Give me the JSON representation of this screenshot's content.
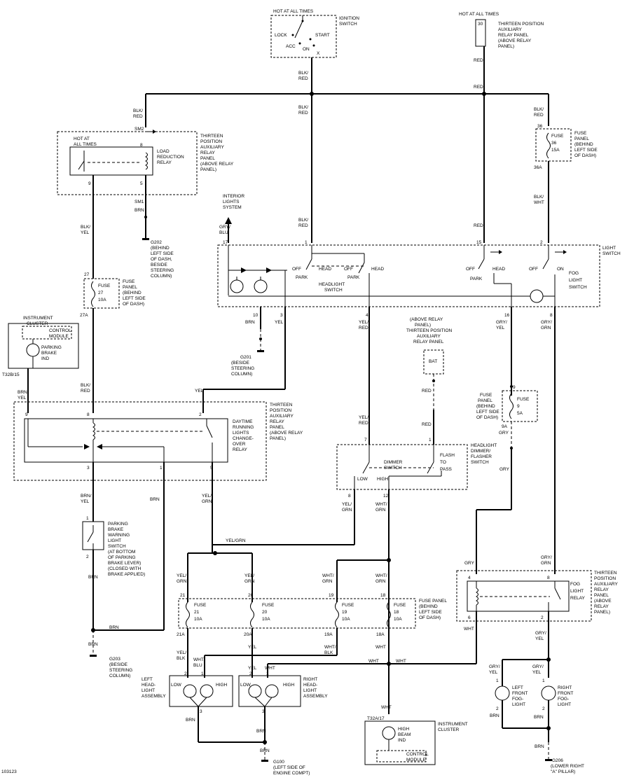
{
  "top": {
    "hot_ign": "HOT AT ALL TIMES",
    "ign_switch": [
      "IGNITION",
      "SWITCH"
    ],
    "ign_lock": "LOCK",
    "ign_start": "START",
    "ign_acc": "ACC",
    "ign_on": "ON",
    "ign_x": "X",
    "hot_right": "HOT AT ALL TIMES",
    "pos30": "30",
    "aux_top": [
      "THIRTEEN POSITION",
      "AUXILIARY",
      "RELAY PANEL",
      "(ABOVE RELAY",
      "PANEL)"
    ]
  },
  "wires": {
    "blk_red": [
      "BLK/",
      "RED"
    ],
    "red": "RED",
    "blk_wht": [
      "BLK/",
      "WHT"
    ],
    "blk_yel": [
      "BLK/",
      "YEL"
    ],
    "gry_blu": [
      "GRY/",
      "BLU"
    ],
    "brn": "BRN",
    "yel": "YEL",
    "yel_red": [
      "YEL/",
      "RED"
    ],
    "gry_yel": [
      "GRY/",
      "YEL"
    ],
    "gry_grn": [
      "GRY/",
      "GRN"
    ],
    "brn_yel": [
      "BRN/",
      "YEL"
    ],
    "yel_grn": [
      "YEL/",
      "GRN"
    ],
    "yel_grn_one": "YEL/GRN",
    "wht_grn": [
      "WHT/",
      "GRN"
    ],
    "gry": "GRY",
    "wht": "WHT",
    "yel_blk": [
      "YEL/",
      "BLK"
    ],
    "wht_blu": [
      "WHT/",
      "BLU"
    ],
    "wht_blk": [
      "WHT/",
      "BLK"
    ]
  },
  "load_relay": {
    "sm2": "SM2",
    "sm1": "SM1",
    "hot": [
      "HOT AT",
      "ALL TIMES"
    ],
    "label": [
      "LOAD",
      "REDUCTION",
      "RELAY"
    ],
    "panel": [
      "THIRTEEN",
      "POSITION",
      "AUXILIARY",
      "RELAY",
      "PANEL",
      "(ABOVE RELAY",
      "PANEL)"
    ],
    "p8": "8",
    "p9": "9",
    "p5": "5"
  },
  "fuse36": {
    "top": "36",
    "label": [
      "FUSE",
      "36",
      "15A"
    ],
    "bottom": "36A",
    "panel": [
      "FUSE",
      "PANEL",
      "(BEHIND",
      "LEFT SIDE",
      "OF DASH)"
    ]
  },
  "fuse27": {
    "top": "27",
    "label": [
      "FUSE",
      "27",
      "10A"
    ],
    "bottom": "27A",
    "panel": [
      "FUSE",
      "PANEL",
      "(BEHIND",
      "LEFT SIDE",
      "OF DASH)"
    ]
  },
  "fuse9": {
    "top": "9",
    "label": [
      "FUSE",
      "9",
      "5A"
    ],
    "bottom": "9A",
    "panel": [
      "FUSE",
      "PANEL",
      "(BEHIND",
      "LEFT SIDE",
      "OF DASH)"
    ]
  },
  "g202": {
    "name": "G202",
    "desc": [
      "(BEHIND",
      "LEFT SIDE",
      "OF DASH,",
      "BESIDE",
      "STEERING",
      "COLUMN)"
    ]
  },
  "g201": {
    "name": "G201",
    "desc": [
      "(BESIDE",
      "STEERING",
      "COLUMN)"
    ]
  },
  "g203": {
    "name": "G203",
    "desc": [
      "(BESIDE",
      "STEERING",
      "COLUMN)"
    ]
  },
  "g100": {
    "name": "G100",
    "desc": [
      "(LEFT SIDE OF",
      "ENGINE COMPT)"
    ]
  },
  "g206": {
    "name": "G206",
    "desc": [
      "(LOWER RIGHT",
      "\"A\" PILLAR)"
    ]
  },
  "interior": [
    "INTERIOR",
    "LIGHTS",
    "SYSTEM"
  ],
  "light_switch": {
    "label": [
      "LIGHT",
      "SWITCH"
    ],
    "p17": "17",
    "p1": "1",
    "p15": "15",
    "p2": "2",
    "p10": "10",
    "p3": "3",
    "p4": "4",
    "p16": "16",
    "p8": "8",
    "off": "OFF",
    "head": "HEAD",
    "park": "PARK",
    "on": "ON",
    "headlight_switch": [
      "HEADLIGHT",
      "SWITCH"
    ],
    "fog_switch": [
      "FOG",
      "LIGHT",
      "SWITCH"
    ]
  },
  "cluster_top": {
    "label": [
      "INSTRUMENT",
      "CLUSTER"
    ],
    "module": [
      "CONTROL",
      "MODULE"
    ],
    "ind": [
      "PARKING",
      "BRAKE",
      "IND"
    ],
    "pin": "T32B/15"
  },
  "bat": {
    "label": [
      "(ABOVE RELAY",
      "PANEL)",
      "THIRTEEN POSITION",
      "AUXILIARY",
      "RELAY PANEL"
    ],
    "name": "BAT"
  },
  "drl": {
    "label": [
      "DAYTIME",
      "RUNNING",
      "LIGHTS",
      "CHANGE-",
      "OVER",
      "RELAY"
    ],
    "panel": [
      "THIRTEEN",
      "POSITION",
      "AUXILIARY",
      "RELAY",
      "PANEL",
      "(ABOVE RELAY",
      "PANEL)"
    ],
    "p9": "9",
    "p8": "8",
    "p2": "2",
    "p3": "3",
    "p1": "1",
    "p5": "5"
  },
  "dimmer": {
    "label": [
      "HEADLIGHT",
      "DIMMER/",
      "FLASHER",
      "SWITCH"
    ],
    "dimmer": [
      "DIMMER",
      "SWITCH"
    ],
    "flash": [
      "FLASH",
      "TO",
      "PASS"
    ],
    "low": "LOW",
    "high": "HIGH",
    "p7": "7",
    "p1": "1",
    "p8": "8",
    "p12": "12"
  },
  "brake_switch": {
    "label": [
      "PARKING",
      "BRAKE",
      "WARNING",
      "LIGHT",
      "SWITCH",
      "(AT BOTTOM",
      "OF PARKING",
      "BRAKE LEVER)",
      "(CLOSED WITH",
      "BRAKE APPLIED)"
    ],
    "p1": "1",
    "p2": "2"
  },
  "fuses_bottom": {
    "panel": [
      "FUSE PANEL",
      "(BEHIND",
      "LEFT SIDE",
      "OF DASH)"
    ],
    "items": [
      {
        "top": "21",
        "label": [
          "FUSE",
          "21",
          "10A"
        ],
        "bottom": "21A"
      },
      {
        "top": "20",
        "label": [
          "FUSE",
          "20",
          "10A"
        ],
        "bottom": "20A"
      },
      {
        "top": "19",
        "label": [
          "FUSE",
          "19",
          "10A"
        ],
        "bottom": "19A"
      },
      {
        "top": "18",
        "label": [
          "FUSE",
          "18",
          "10A"
        ],
        "bottom": "18A"
      }
    ]
  },
  "fog_relay": {
    "label": [
      "FOG",
      "LIGHT",
      "RELAY"
    ],
    "panel": [
      "THIRTEEN",
      "POSITION",
      "AUXILIARY",
      "RELAY",
      "PANEL",
      "(ABOVE",
      "RELAY",
      "PANEL)"
    ],
    "p4": "4",
    "p8": "8",
    "p6": "6",
    "p2": "2"
  },
  "left_head": {
    "label": [
      "LEFT",
      "HEAD-",
      "LIGHT",
      "ASSEMBLY"
    ],
    "low": "LOW",
    "high": "HIGH",
    "p2": "2",
    "p1": "1",
    "p3": "3"
  },
  "right_head": {
    "label": [
      "RIGHT",
      "HEAD-",
      "LIGHT",
      "ASSEMBLY"
    ],
    "low": "LOW",
    "high": "HIGH",
    "p2": "2",
    "p1": "1",
    "p3": "3"
  },
  "left_fog": {
    "label": [
      "LEFT",
      "FRONT",
      "FOG-",
      "LIGHT"
    ],
    "p1": "1",
    "p2": "2"
  },
  "right_fog": {
    "label": [
      "RIGHT",
      "FRONT",
      "FOG-",
      "LIGHT"
    ],
    "p1": "1",
    "p2": "2"
  },
  "cluster_bottom": {
    "pin": "T32A/17",
    "label": [
      "INSTRUMENT",
      "CLUSTER"
    ],
    "beam": [
      "HIGH",
      "BEAM",
      "IND"
    ],
    "module": [
      "CONTROL",
      "MODULE"
    ]
  },
  "corner_code": "103123"
}
